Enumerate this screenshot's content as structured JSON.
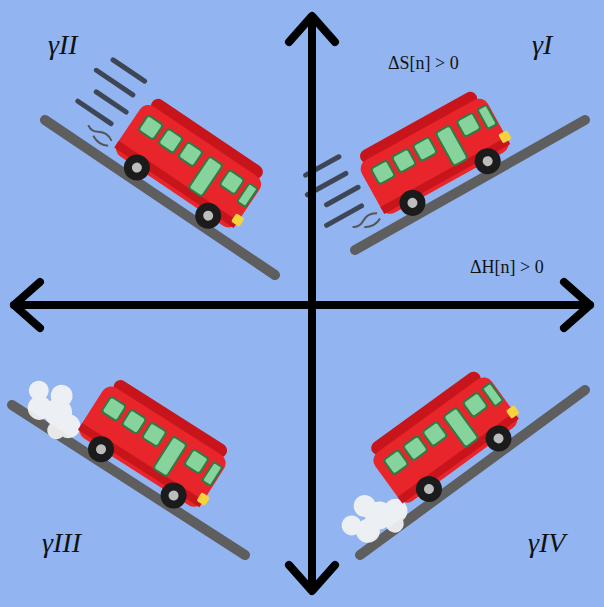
{
  "diagram": {
    "labels": [
      "γII",
      "ΔS[n] > 0",
      "γI",
      "ΔH[n] > 0",
      "γIII",
      "γIV"
    ]
  }
}
